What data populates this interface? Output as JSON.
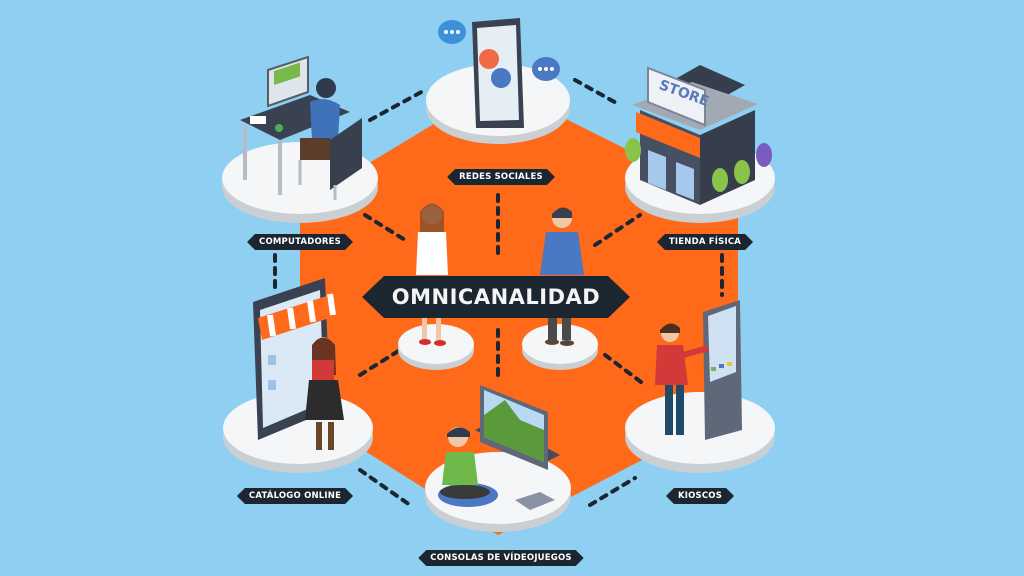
{
  "title": "OMNICANALIDAD",
  "colors": {
    "background": "#8fd0f2",
    "hexagon": "#ff6a1a",
    "label_bg": "#1c2630",
    "label_text": "#ffffff",
    "platform_top": "#f4f6f7",
    "platform_side": "#c9cfd3",
    "connector": "#1c2630"
  },
  "channels": [
    {
      "id": "computadores",
      "label": "COMPUTADORES",
      "icon": "desktop-computer-user-icon"
    },
    {
      "id": "redes-sociales",
      "label": "REDES SOCIALES",
      "icon": "smartphone-chat-icon"
    },
    {
      "id": "tienda-fisica",
      "label": "TIENDA FÍSICA",
      "icon": "store-building-icon"
    },
    {
      "id": "kioscos",
      "label": "KIOSCOS",
      "icon": "kiosk-terminal-icon"
    },
    {
      "id": "consolas",
      "label": "CONSOLAS DE VÍDEOJUEGOS",
      "icon": "game-console-icon"
    },
    {
      "id": "catalogo",
      "label": "CATÁLOGO ONLINE",
      "icon": "online-catalog-icon"
    }
  ],
  "store_sign": "STORE"
}
